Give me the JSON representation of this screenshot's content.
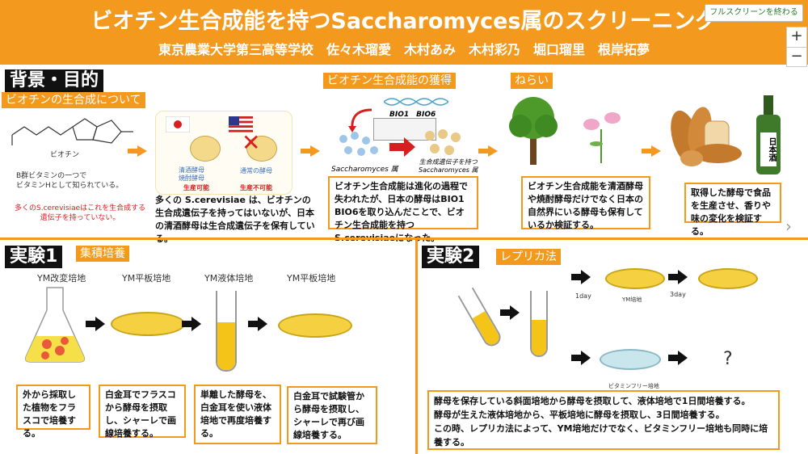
{
  "header": {
    "title": "ビオチン生合成能を持つSaccharomyces属のスクリーニング",
    "authors": "東京農業大学第三高等学校　佐々木瑠愛　木村あみ　木村彩乃　堀口瑠里　根岸拓夢"
  },
  "viewer": {
    "fullscreen_exit": "フルスクリーンを終わる",
    "zoom_in": "+",
    "zoom_out": "−",
    "next": "›"
  },
  "background": {
    "section_title": "背景・目的",
    "sub_biosynthesis": "ビオチンの生合成について",
    "biotin_label": "ビオチン",
    "vitamin_text": "B群ビタミンの一つで\nビタミンHとして知られている。",
    "red_note": "多くのS.cerevisiaeはこれを生合成する\n遺伝子を持っていない。",
    "sake_yeast_label": "清酒酵母\n焼酎酵母",
    "sake_yeast_status": "生産可能",
    "normal_yeast_label": "通常の酵母",
    "normal_yeast_status": "生産不可能",
    "box1": "多くの S.cerevisiae は、ビオチンの生合成遺伝子を持ってはいないが、日本の清酒酵母は生合成遺伝子を保有している。",
    "sub_acquisition": "ビオチン生合成能の獲得",
    "gene_labels": "BIO1　BIO6",
    "sacch_label": "Saccharomyces 属",
    "sacch_gene_label": "生合成遺伝子を持つ\nSaccharomyces 属",
    "box2": "ビオチン生合成能は進化の過程で失われたが、日本の酵母はBIO1　BIO6を取り込んだことで、ビオチン生合成能を持つS.cerevisiaeになった。",
    "sub_aim": "ねらい",
    "box3": "ビオチン生合成能を清酒酵母や焼酎酵母だけでなく日本の自然界にいる酵母も保有しているか検証する。",
    "box4": "取得した酵母で食品を生産させ、香りや味の変化を検証する。",
    "sake_label": "日本酒"
  },
  "exp1": {
    "title": "実験1",
    "sub": "集積培養",
    "steps": [
      {
        "medium": "YM改変培地",
        "text": "外から採取した植物をフラスコで培養する。"
      },
      {
        "medium": "YM平板培地",
        "text": "白金耳でフラスコから酵母を摂取し、シャーレで画線培養する。"
      },
      {
        "medium": "YM液体培地",
        "text": "単離した酵母を、白金耳を使い液体培地で再度培養する。"
      },
      {
        "medium": "YM平板培地",
        "text": "白金耳で試験管から酵母を摂取し、シャーレで再び画線培養する。"
      }
    ]
  },
  "exp2": {
    "title": "実験2",
    "sub": "レプリカ法",
    "day1": "1day",
    "ym_label": "YM培地",
    "day3": "3day",
    "vf_label": "ビタミンフリー培地",
    "question": "?",
    "box": "酵母を保存している斜面培地から酵母を摂取して、液体培地で1日間培養する。\n酵母が生えた液体培地から、平板培地に酵母を摂取し、3日間培養する。\nこの時、レプリカ法によって、YM培地だけでなく、ビタミンフリー培地も同時に培養する。"
  },
  "colors": {
    "accent": "#f39a1e",
    "red": "#d81e1e",
    "medium_yellow": "#f5d142"
  }
}
